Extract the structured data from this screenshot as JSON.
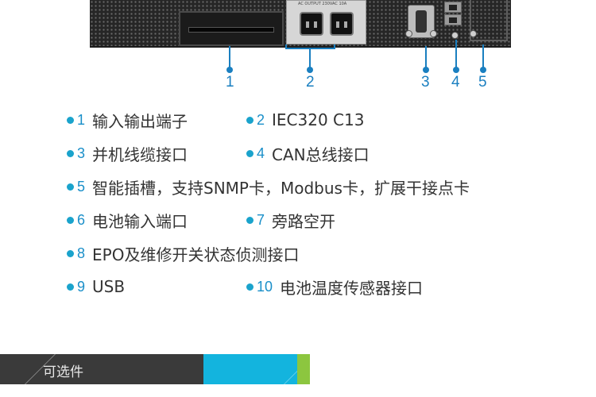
{
  "device": {
    "output_label": "AC OUTPUT 230VAC 10A"
  },
  "callouts": [
    "1",
    "2",
    "3",
    "4",
    "5"
  ],
  "legend": [
    {
      "num": "1",
      "text": "输入输出端子"
    },
    {
      "num": "2",
      "text": "IEC320 C13"
    },
    {
      "num": "3",
      "text": "并机线缆接口"
    },
    {
      "num": "4",
      "text": "CAN总线接口"
    },
    {
      "num": "5",
      "text": "智能插槽，支持SNMP卡，Modbus卡，扩展干接点卡"
    },
    {
      "num": "6",
      "text": "电池输入端口"
    },
    {
      "num": "7",
      "text": "旁路空开"
    },
    {
      "num": "8",
      "text": "EPO及维修开关状态侦测接口"
    },
    {
      "num": "9",
      "text": "USB"
    },
    {
      "num": "10",
      "text": "电池温度传感器接口"
    }
  ],
  "banner": {
    "title": "可选件"
  },
  "colors": {
    "accent_blue": "#1a7fc0",
    "bullet_blue": "#1aa3cc",
    "banner_dark": "#3a3a3a",
    "banner_cyan": "#13b4de",
    "banner_green": "#8cc63f"
  }
}
